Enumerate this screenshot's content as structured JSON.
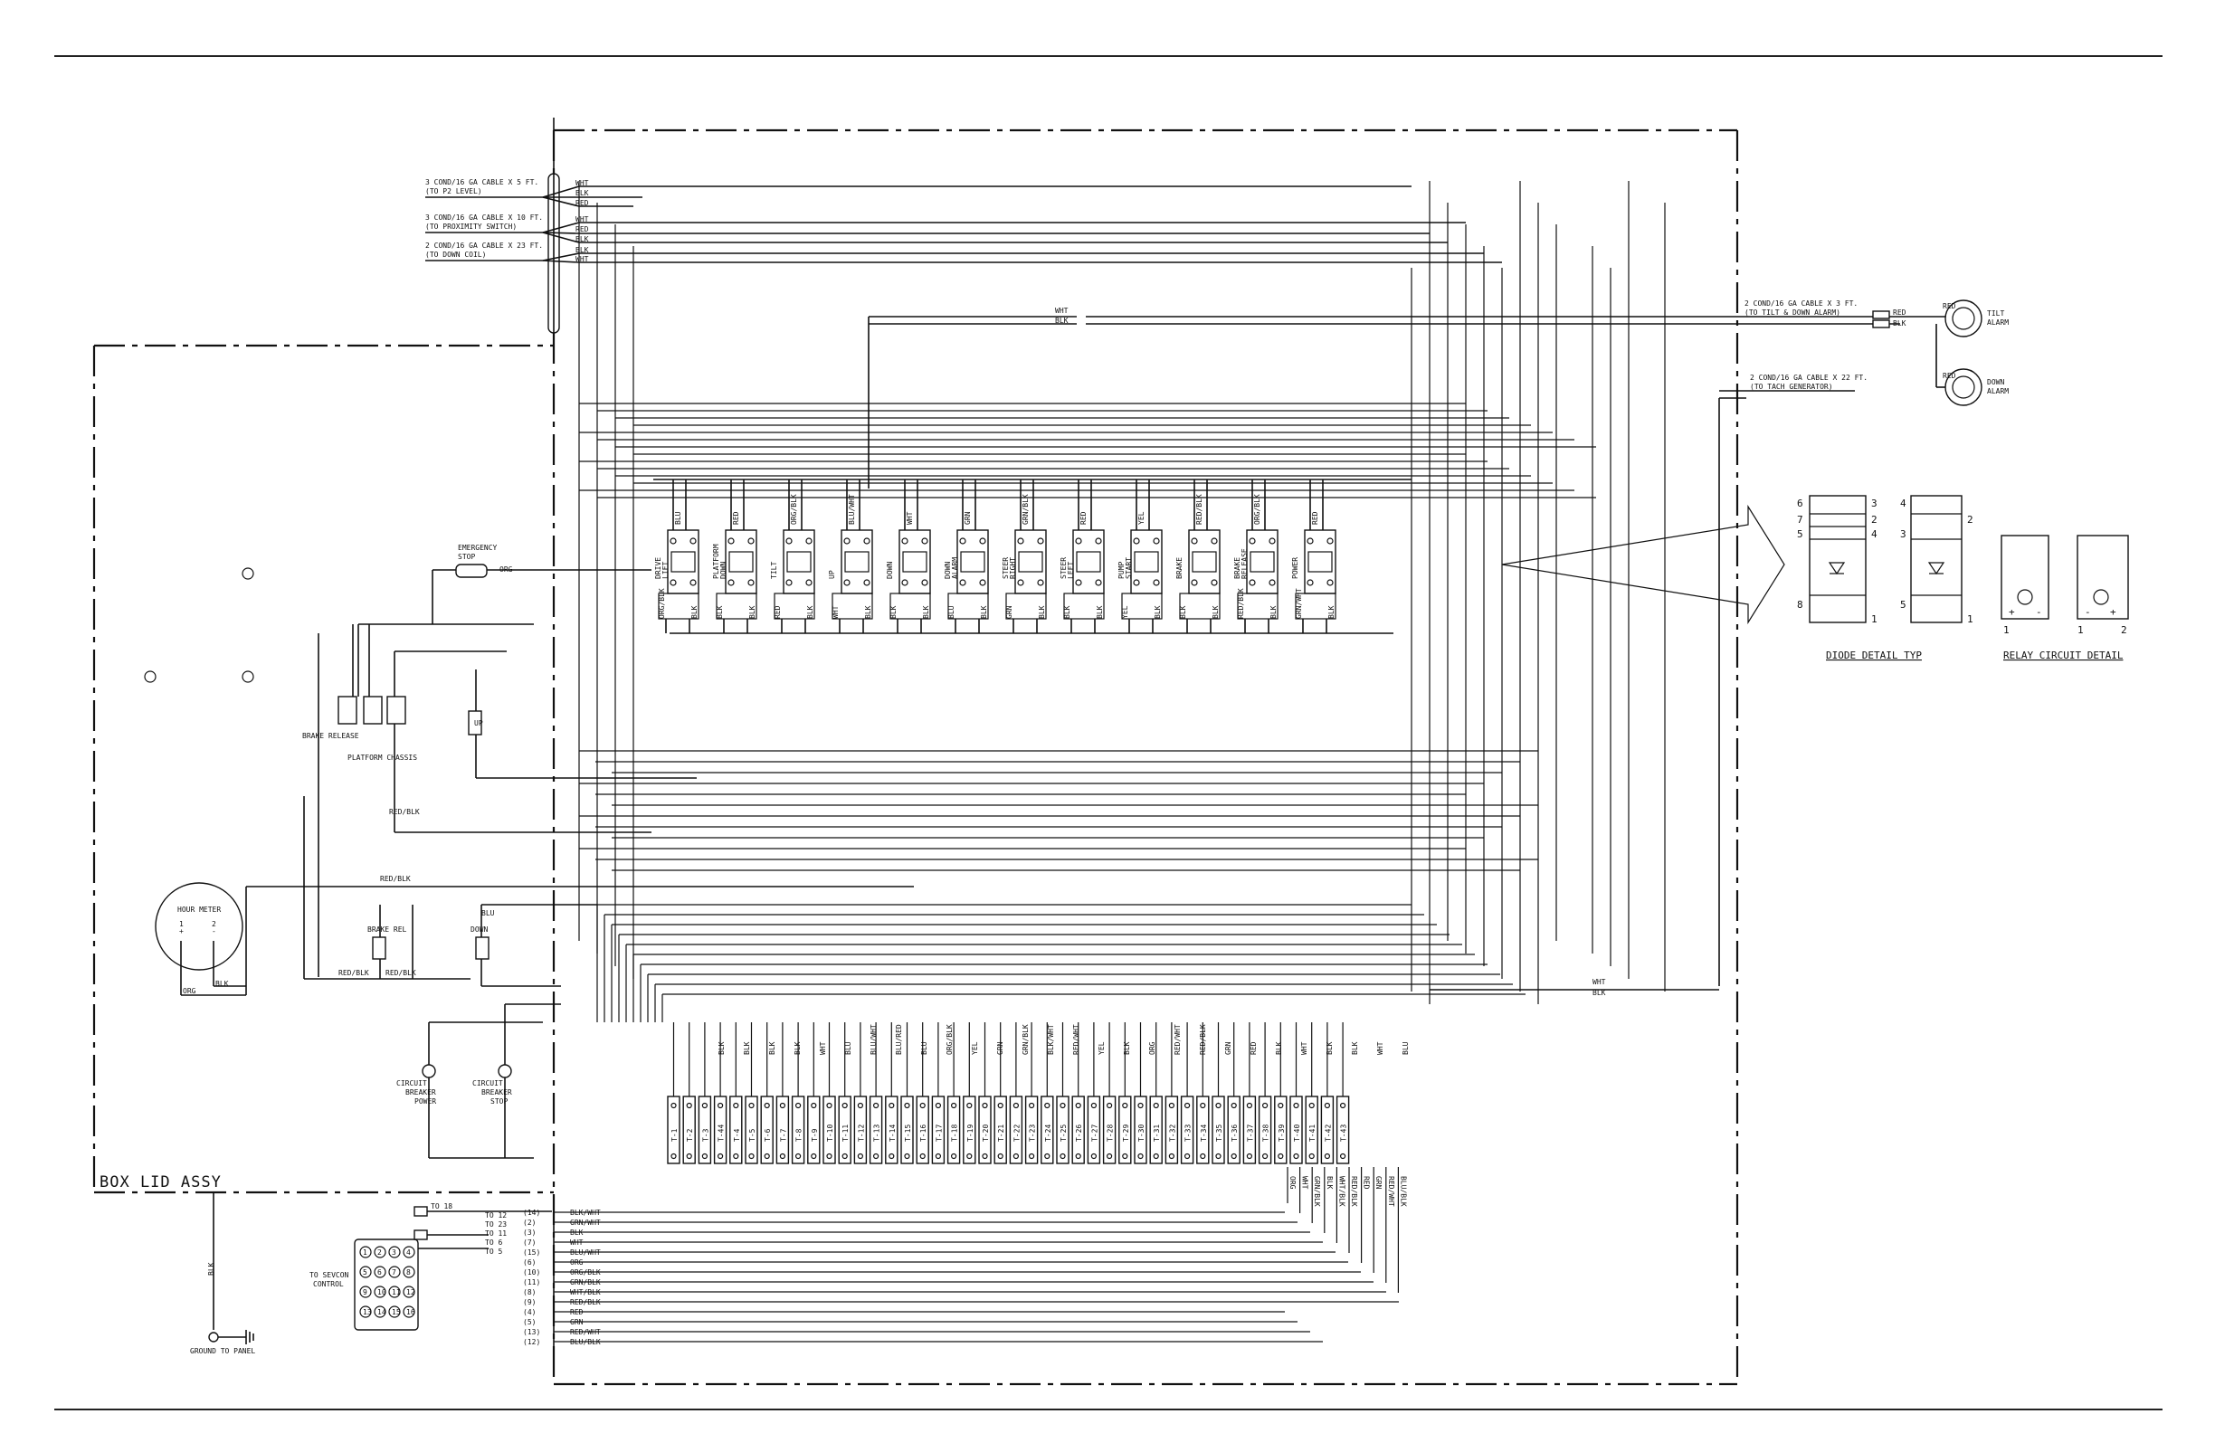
{
  "cables": [
    {
      "line1": "3 COND/16 GA CABLE X 5 FT.",
      "line2": "(TO P2 LEVEL)",
      "wires": [
        "WHT",
        "BLK",
        "RED"
      ]
    },
    {
      "line1": "3 COND/16 GA CABLE X 10 FT.",
      "line2": "(TO PROXIMITY SWITCH)",
      "wires": [
        "WHT",
        "RED",
        "BLK"
      ]
    },
    {
      "line1": "2 COND/16 GA CABLE X 23 FT.",
      "line2": "(TO DOWN COIL)",
      "wires": [
        "BLK",
        "WHT"
      ]
    }
  ],
  "right_cables": [
    {
      "line1": "2 COND/16 GA CABLE X 3 FT.",
      "line2": "(TO TILT & DOWN ALARM)"
    },
    {
      "line1": "2 COND/16 GA CABLE X 22 FT.",
      "line2": "(TO TACH GENERATOR)"
    }
  ],
  "alarms": [
    {
      "line1": "TILT",
      "line2": "ALARM"
    },
    {
      "line1": "DOWN",
      "line2": "ALARM"
    }
  ],
  "wire_colors": {
    "red": "RED",
    "blk": "BLK",
    "wht": "WHT"
  },
  "relays": [
    {
      "line1": "DRIVE",
      "line2": "LIFT"
    },
    {
      "line1": "PLATFORM",
      "line2": "DOWN"
    },
    {
      "line1": "TILT",
      "line2": ""
    },
    {
      "line1": "UP",
      "line2": ""
    },
    {
      "line1": "DOWN",
      "line2": ""
    },
    {
      "line1": "DOWN",
      "line2": "ALARM"
    },
    {
      "line1": "STEER",
      "line2": "RIGHT"
    },
    {
      "line1": "STEER",
      "line2": "LEFT"
    },
    {
      "line1": "PUMP",
      "line2": "START"
    },
    {
      "line1": "BRAKE",
      "line2": ""
    },
    {
      "line1": "BRAKE",
      "line2": "RELEASE"
    },
    {
      "line1": "POWER",
      "line2": ""
    }
  ],
  "relay_top_wires": [
    "BLU",
    "RED",
    "ORG/BLK",
    "BLU/WHT",
    "WHT",
    "GRN",
    "GRN/BLK",
    "RED",
    "YEL",
    "RED/BLK",
    "ORG/BLK",
    "RED"
  ],
  "relay_bottom_wires": [
    "ORG/BLK",
    "BLK",
    "RED",
    "WHT",
    "BLK",
    "BLU",
    "GRN",
    "BLK",
    "YEL",
    "BLK",
    "RED/BLK",
    "GRN/WHT"
  ],
  "emergency_stop": {
    "line1": "EMERGENCY",
    "line2": "STOP",
    "wire": "ORG"
  },
  "hour_meter": {
    "label": "HOUR METER",
    "pos": "+",
    "neg": "-",
    "pin1": "1",
    "pin2": "2",
    "wire_left": "ORG",
    "wire_right": "BLK"
  },
  "platform_chassis": {
    "label": "PLATFORM CHASSIS",
    "brake_release": "BRAKE RELEASE",
    "up": "UP",
    "down": "DOWN",
    "brake_rel": "BRAKE REL"
  },
  "misc_wires": {
    "red_blk": "RED/BLK",
    "blu": "BLU",
    "org": "ORG",
    "grn": "GRN"
  },
  "circuit_breakers": [
    {
      "line1": "CIRCUIT",
      "line2": "BREAKER",
      "line3": "POWER"
    },
    {
      "line1": "CIRCUIT",
      "line2": "BREAKER",
      "line3": "STOP"
    }
  ],
  "box_lid_label": "BOX LID ASSY",
  "terminals": [
    "T-1",
    "T-2",
    "T-3",
    "T-44",
    "T-4",
    "T-5",
    "T-6",
    "T-7",
    "T-8",
    "T-9",
    "T-10",
    "T-11",
    "T-12",
    "T-13",
    "T-14",
    "T-15",
    "T-16",
    "T-17",
    "T-18",
    "T-19",
    "T-20",
    "T-21",
    "T-22",
    "T-23",
    "T-24",
    "T-25",
    "T-26",
    "T-27",
    "T-28",
    "T-29",
    "T-30",
    "T-31",
    "T-32",
    "T-33",
    "T-34",
    "T-35",
    "T-36",
    "T-37",
    "T-38",
    "T-39",
    "T-40",
    "T-41",
    "T-42",
    "T-43"
  ],
  "terminal_top_wires": [
    "BLK",
    "BLK",
    "BLK",
    "BLK",
    "WHT",
    "BLU",
    "BLU/WHT",
    "BLU/RED",
    "BLU",
    "ORG/BLK",
    "YEL",
    "GRN",
    "GRN/BLK",
    "BLK/WHT",
    "RED/WHT",
    "YEL",
    "BLK",
    "ORG",
    "RED/WHT",
    "RED/BLK",
    "GRN",
    "RED",
    "BLK",
    "WHT",
    "BLK",
    "BLK",
    "WHT",
    "BLU"
  ],
  "terminal_bottom_wires": [
    "ORG",
    "WHT",
    "GRN/BLK",
    "BLK",
    "WHT/BLK",
    "RED/BLK",
    "RED",
    "GRN",
    "RED/WHT",
    "BLU/BLK"
  ],
  "sevcon": {
    "line1": "TO SEVCON",
    "line2": "CONTROL",
    "pins": [
      "1",
      "2",
      "3",
      "4",
      "5",
      "6",
      "7",
      "8",
      "9",
      "10",
      "11",
      "12",
      "13",
      "14",
      "15",
      "16"
    ]
  },
  "to_labels": [
    "TO 18",
    "TO 12",
    "TO 23",
    "TO 11",
    "TO 6",
    "TO 5"
  ],
  "harness": [
    {
      "pin": "(14)",
      "wire": "BLK/WHT"
    },
    {
      "pin": "(2)",
      "wire": "GRN/WHT"
    },
    {
      "pin": "(3)",
      "wire": "BLK"
    },
    {
      "pin": "(7)",
      "wire": "WHT"
    },
    {
      "pin": "(15)",
      "wire": "BLU/WHT"
    },
    {
      "pin": "(6)",
      "wire": "ORG"
    },
    {
      "pin": "(10)",
      "wire": "ORG/BLK"
    },
    {
      "pin": "(11)",
      "wire": "GRN/BLK"
    },
    {
      "pin": "(8)",
      "wire": "WHT/BLK"
    },
    {
      "pin": "(9)",
      "wire": "RED/BLK"
    },
    {
      "pin": "(4)",
      "wire": "RED"
    },
    {
      "pin": "(5)",
      "wire": "GRN"
    },
    {
      "pin": "(13)",
      "wire": "RED/WHT"
    },
    {
      "pin": "(12)",
      "wire": "BLU/BLK"
    }
  ],
  "ground": {
    "label": "GROUND TO PANEL",
    "wire": "BLK"
  },
  "detail_left": {
    "title": "DIODE DETAIL TYP",
    "pins": [
      "6",
      "7",
      "5",
      "8",
      "3",
      "2",
      "4",
      "1"
    ]
  },
  "detail_mid": {
    "pins": [
      "4",
      "3",
      "5",
      "2",
      "1"
    ]
  },
  "detail_right": {
    "title": "RELAY CIRCUIT DETAIL",
    "plus": "+",
    "minus": "-",
    "p1": "1",
    "p2": "2",
    "r1": "1",
    "r2": "2"
  },
  "tach_wire": {
    "a": "WHT",
    "b": "BLK"
  }
}
